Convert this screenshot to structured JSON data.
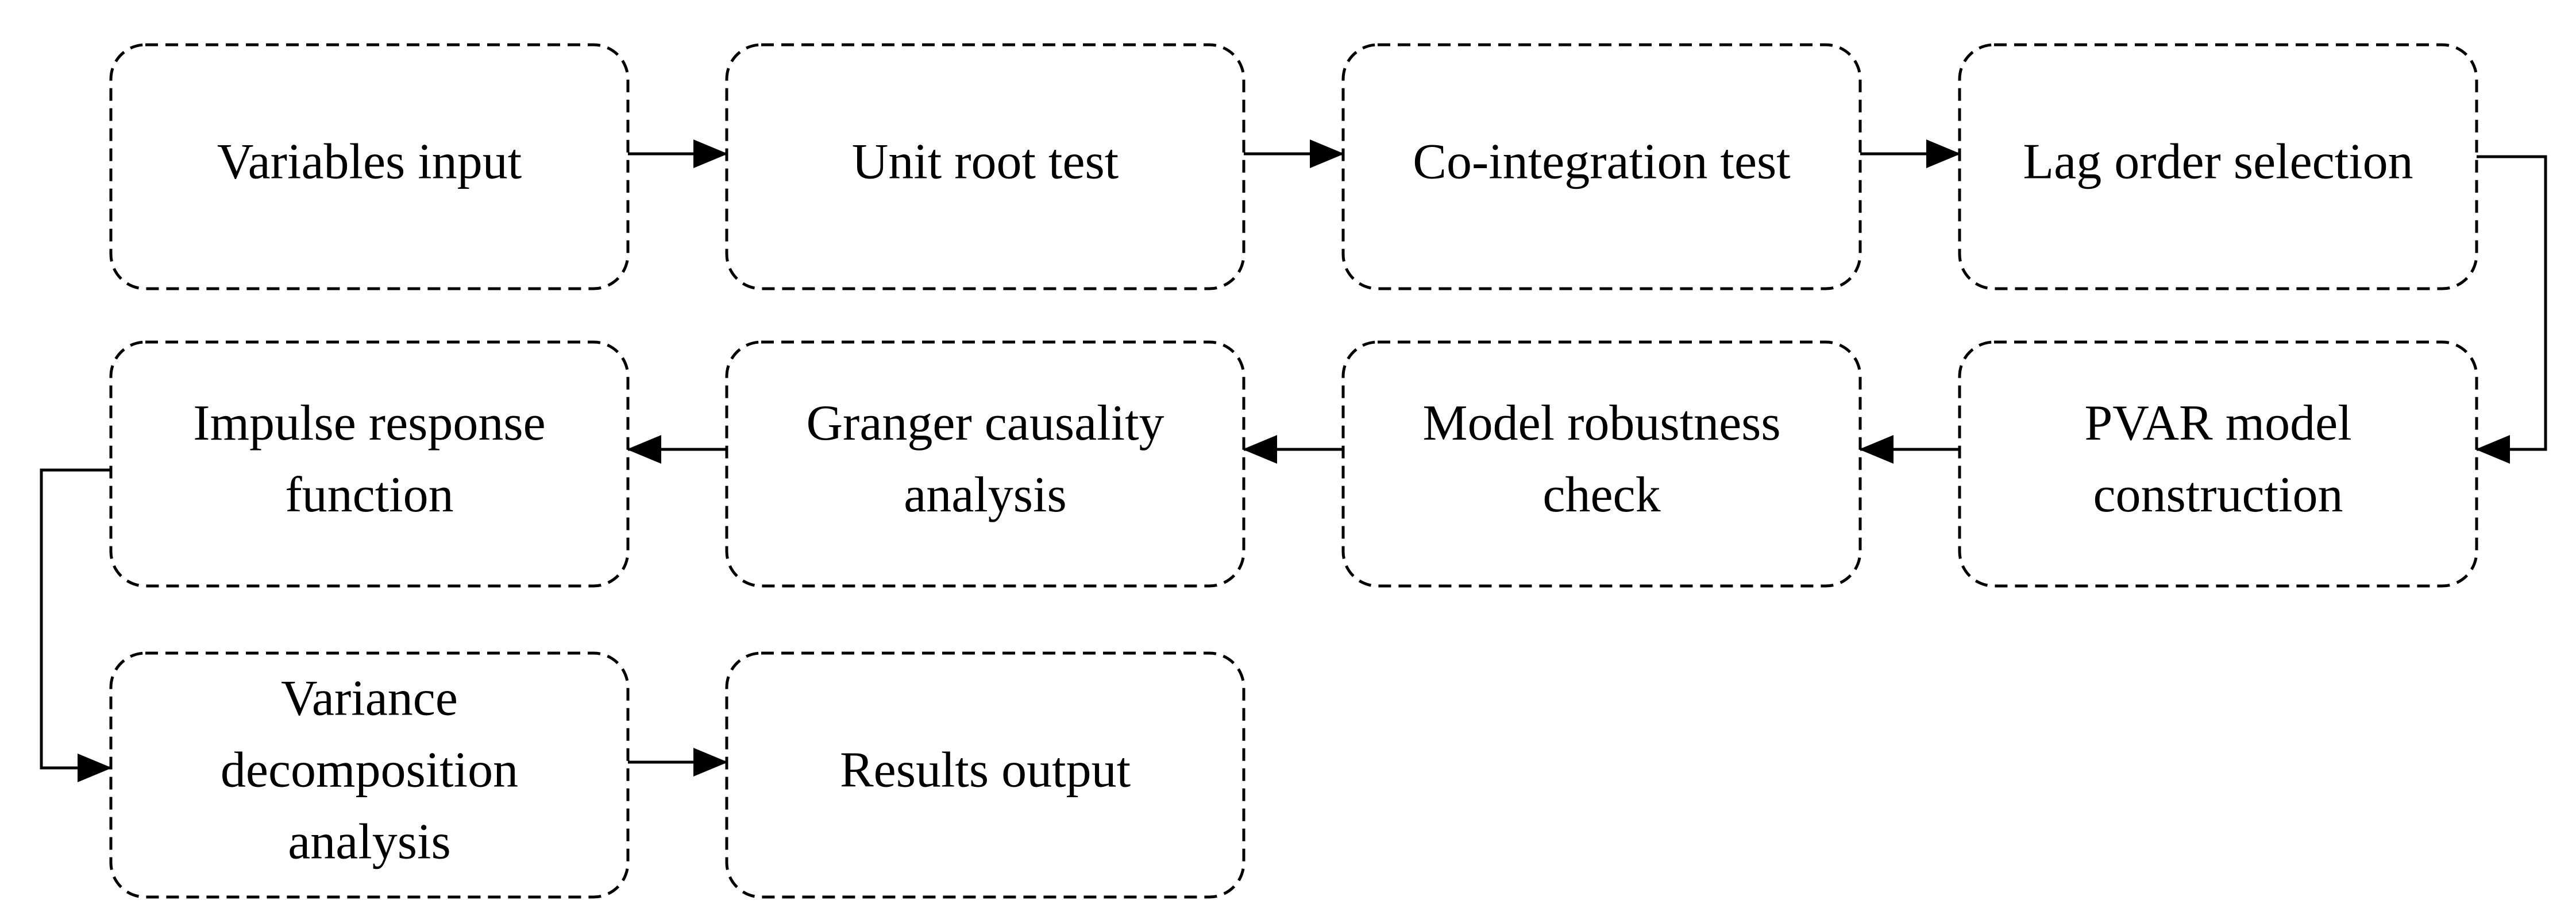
{
  "diagram": {
    "nodes": [
      {
        "id": "variables-input",
        "lines": [
          "Variables input"
        ]
      },
      {
        "id": "unit-root-test",
        "lines": [
          "Unit root test"
        ]
      },
      {
        "id": "co-integration-test",
        "lines": [
          "Co-integration test"
        ]
      },
      {
        "id": "lag-order-selection",
        "lines": [
          "Lag order selection"
        ]
      },
      {
        "id": "pvar-model-construction",
        "lines": [
          "PVAR model",
          "construction"
        ]
      },
      {
        "id": "model-robustness-check",
        "lines": [
          "Model robustness",
          "check"
        ]
      },
      {
        "id": "granger-causality-analysis",
        "lines": [
          "Granger causality",
          "analysis"
        ]
      },
      {
        "id": "impulse-response-function",
        "lines": [
          "Impulse response",
          "function"
        ]
      },
      {
        "id": "variance-decomposition-analysis",
        "lines": [
          "Variance",
          "decomposition",
          "analysis"
        ]
      },
      {
        "id": "results-output",
        "lines": [
          "Results output"
        ]
      }
    ],
    "edges": [
      {
        "from": "variables-input",
        "to": "unit-root-test"
      },
      {
        "from": "unit-root-test",
        "to": "co-integration-test"
      },
      {
        "from": "co-integration-test",
        "to": "lag-order-selection"
      },
      {
        "from": "lag-order-selection",
        "to": "pvar-model-construction"
      },
      {
        "from": "pvar-model-construction",
        "to": "model-robustness-check"
      },
      {
        "from": "model-robustness-check",
        "to": "granger-causality-analysis"
      },
      {
        "from": "granger-causality-analysis",
        "to": "impulse-response-function"
      },
      {
        "from": "impulse-response-function",
        "to": "variance-decomposition-analysis"
      },
      {
        "from": "variance-decomposition-analysis",
        "to": "results-output"
      }
    ]
  }
}
